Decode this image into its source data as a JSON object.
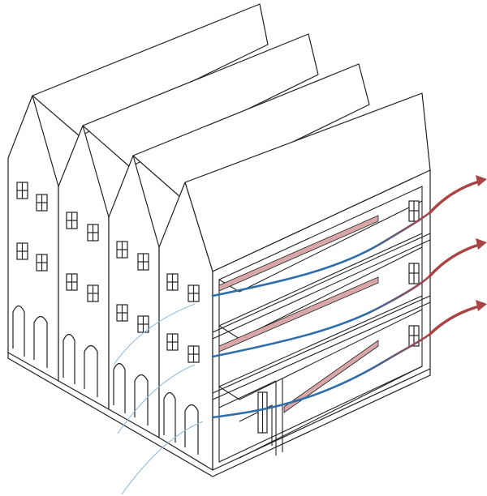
{
  "diagram": {
    "subject": "",
    "colors": {
      "outline": "#222222",
      "wall_fill": "#ffffff",
      "airflow_in": "#2f6ea8",
      "airflow_out": "#a84444",
      "warm_strip": "#c98f8f",
      "incoming_air_faint": "#8fb8d8"
    },
    "icons": [
      "gabled-house-icon",
      "window-icon",
      "arched-door-icon",
      "airflow-arrow-icon"
    ],
    "house_count": 4,
    "floor_count": 3,
    "airflow_arrow_count": 3
  }
}
